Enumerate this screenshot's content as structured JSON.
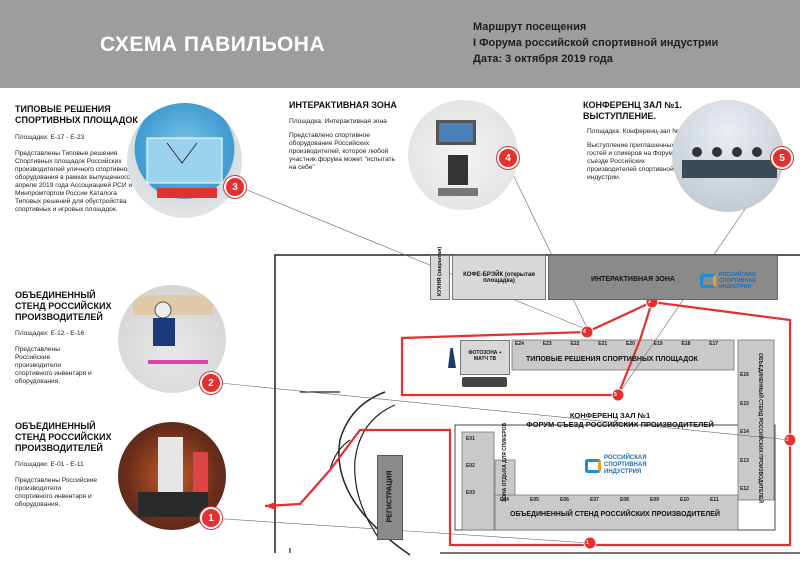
{
  "header": {
    "title": "СХЕМА ПАВИЛЬОНА",
    "route_line1": "Маршрут посещения",
    "route_line2": "I Форума российской спортивной индустрии",
    "route_line3": "Дата: 3 октября 2019 года"
  },
  "cards": {
    "typical": {
      "title": "ТИПОВЫЕ РЕШЕНИЯ СПОРТИВНЫХ ПЛОЩАДОК",
      "sites": "Площадки: Е-17 - Е-23",
      "desc": "Представлены Типовые решения Спортивных площадок Российских производителей уличного спортивного оборудования в рамках выпущенного в апреле 2019 года Ассоциацией РСИ и Минпромторгом России Каталога Типовых решений для обустройства спортивных и игровых площадок.",
      "marker": "3"
    },
    "interactive": {
      "title": "ИНТЕРАКТИВНАЯ ЗОНА",
      "sites": "Площадка: Интерактивная зона",
      "desc": "Представлено спортивное оборудование Российских производителей, которое любой участник форума может \"испытать на себе\"",
      "marker": "4"
    },
    "conference": {
      "title": "КОНФЕРЕНЦ ЗАЛ №1. ВЫСТУПЛЕНИЕ.",
      "sites": "Площадка: Конференц-зал №1",
      "desc": "Выступление приглашенных гостей и спикеров на Форуме-съезде Российских производителей спортивной индустрии.",
      "marker": "5"
    },
    "stand2": {
      "title": "ОБЪЕДИНЕННЫЙ СТЕНД РОССИЙСКИХ ПРОИЗВОДИТЕЛЕЙ",
      "sites": "Площадки: Е-12 - Е-16",
      "desc": "Представлены Российские производители спортивного инвентаря и оборудования.",
      "marker": "2"
    },
    "stand1": {
      "title": "ОБЪЕДИНЕННЫЙ СТЕНД РОССИЙСКИХ ПРОИЗВОДИТЕЛЕЙ",
      "sites": "Площадки: Е-01 - Е-11",
      "desc": "Представлены Российские производители спортивного инвентаря и оборудования.",
      "marker": "1"
    }
  },
  "map": {
    "kitchen": "КУХНЯ (закрытая)",
    "coffee": "КОФЕ-БРЭЙК (открытая площадка)",
    "interactive_zone": "ИНТЕРАКТИВНАЯ ЗОНА",
    "logo_line1": "РОССИЙСКАЯ",
    "logo_line2": "СПОРТИВНАЯ",
    "logo_line3": "ИНДУСТРИЯ",
    "photo_zone": "ФОТОЗОНА + МАТЧ ТВ",
    "typical_row": "ТИПОВЫЕ РЕШЕНИЯ СПОРТИВНЫХ ПЛОЩАДОК",
    "conf_line1": "КОНФЕРЕНЦ ЗАЛ №1",
    "conf_line2": "ФОРУМ-СЪЕЗД РОССИЙСКИХ ПРОИЗВОДИТЕЛЕЙ",
    "rest_zone": "ЗОНА ОТДЫХА ДЛЯ СПИКЕРОВ",
    "stand_row": "ОБЪЕДИНЕННЫЙ СТЕНД РОССИЙСКИХ ПРОИЗВОДИТЕЛЕЙ",
    "stand_side": "ОБЪЕДИНЕННЫЙ СТЕНД РОССИЙСКИХ ПРОИЗВОДИТЕЛЕЙ",
    "registration": "РЕГИСТРАЦИЯ",
    "top_booths": [
      "E24",
      "E23",
      "E22",
      "E21",
      "E20",
      "E19",
      "E18",
      "E17"
    ],
    "bottom_booths": [
      "E04",
      "E05",
      "E06",
      "E07",
      "E08",
      "E09",
      "E10",
      "E11"
    ],
    "left_booths": [
      "E01",
      "E02",
      "E03"
    ],
    "right_booths": [
      "E16",
      "E15",
      "E14",
      "E13",
      "E12"
    ],
    "route_markers": [
      "1",
      "2",
      "3",
      "4",
      "5"
    ]
  },
  "colors": {
    "route": "#e53030",
    "booth": "#c9c9c9",
    "dark_zone": "#8a8a8a",
    "header": "#9d9d9d"
  }
}
